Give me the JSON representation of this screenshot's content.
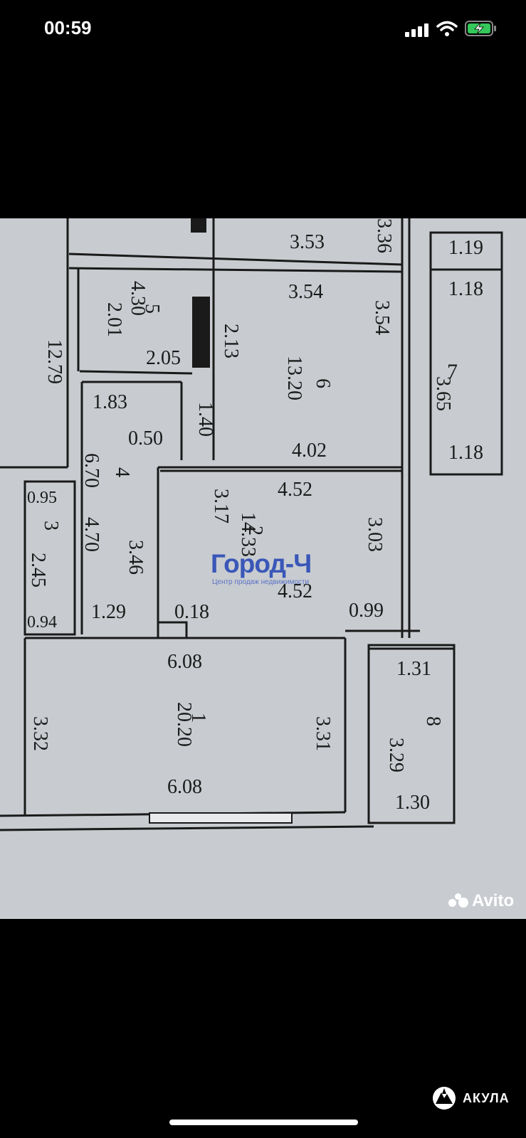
{
  "status_bar": {
    "time": "00:59"
  },
  "floor_plan": {
    "rooms": [
      {
        "number": "1",
        "area": "20.20",
        "dims": [
          "6.08",
          "6.08",
          "3.32",
          "3.31"
        ]
      },
      {
        "number": "2",
        "area": "14.33",
        "dims": [
          "4.52",
          "4.52",
          "3.17",
          "3.03",
          "0.18",
          "0.99"
        ]
      },
      {
        "number": "3",
        "area": "2.45",
        "dims": [
          "0.95",
          "0.94"
        ]
      },
      {
        "number": "4",
        "area": "6.70",
        "dims": [
          "4.70",
          "1.83",
          "0.50",
          "3.46",
          "1.29"
        ]
      },
      {
        "number": "5",
        "area": "4.30",
        "dims": [
          "2.01",
          "2.05",
          "2.13"
        ]
      },
      {
        "number": "6",
        "area": "13.20",
        "dims": [
          "3.54",
          "3.54",
          "4.02",
          "1.40"
        ]
      },
      {
        "number": "7",
        "area": "3.65",
        "dims": [
          "1.18",
          "1.18"
        ]
      },
      {
        "number": "8",
        "area": "3.29",
        "dims": [
          "1.31",
          "1.30"
        ]
      }
    ],
    "other_labels": [
      "3.53",
      "1.19",
      "3.36",
      "12.79"
    ]
  },
  "watermark": {
    "logo": "Город-Ч",
    "tagline": "Центр продаж недвижимости"
  },
  "source_badge": {
    "label": "Avito"
  },
  "app_badge": {
    "label": "АКУЛА"
  },
  "colors": {
    "plan_bg": "#c8ccd0",
    "ink": "#1a1a1a",
    "watermark": "#3a57b8"
  },
  "icons": [
    "signal-icon",
    "wifi-icon",
    "battery-charging-icon",
    "avito-logo-icon",
    "akula-logo-icon"
  ]
}
